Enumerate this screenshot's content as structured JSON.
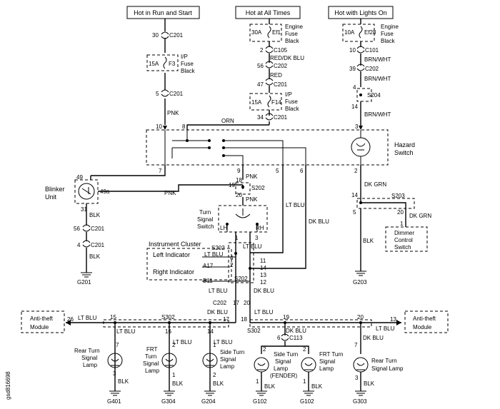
{
  "sources": {
    "run_start": "Hot in Run and Start",
    "always": "Hot at All Times",
    "lights_on": "Hot with Lights On"
  },
  "fuses": {
    "f3_amps": "15A",
    "f3_name": "F3",
    "f3_desc": [
      "I/P",
      "Fuse",
      "Black"
    ],
    "ef1_amps": "30A",
    "ef1_name": "Ef1",
    "ef1_desc": [
      "Engine",
      "Fuse",
      "Black"
    ],
    "f14_amps": "15A",
    "f14_name": "F14",
    "f14_desc": [
      "I/P",
      "Fuse",
      "Black"
    ],
    "ef28_amps": "10A",
    "ef28_name": "Ef28",
    "ef28_desc": [
      "Engine",
      "Fuse",
      "Black"
    ]
  },
  "connectors": {
    "c201": "C201",
    "c105": "C105",
    "c202": "C202",
    "c101": "C101",
    "c113": "C113",
    "s204": "S204",
    "s202": "S202",
    "s203": "S203",
    "s302": "S302",
    "a17": "A17",
    "b11": "B11"
  },
  "wires": {
    "pnk": "PNK",
    "orn": "ORN",
    "red": "RED",
    "red_dk_blu": "RED/DK BLU",
    "brn_wht": "BRN/WHT",
    "dk_grn": "DK GRN",
    "lt_blu": "LT BLU",
    "dk_blu": "DK BLU",
    "blk": "BLK"
  },
  "pins": {
    "p30": "30",
    "p5": "5",
    "p2": "2",
    "p56": "56",
    "p47": "47",
    "p34": "34",
    "p10": "10",
    "p39": "39",
    "p4": "4",
    "p14": "14",
    "p8": "8",
    "p3": "3",
    "p7": "7",
    "p9": "9",
    "p6": "6",
    "p49": "49",
    "p49a": "49a",
    "p31": "31",
    "p18": "18",
    "p19": "19",
    "p20": "20",
    "p1": "1",
    "p11": "11",
    "p12": "12",
    "p13": "13",
    "p15": "15",
    "p16": "16",
    "p17": "17",
    "p26": "26"
  },
  "components": {
    "hazard": [
      "Hazard",
      "Switch"
    ],
    "blinker": [
      "Blinker",
      "Unit"
    ],
    "turn_switch": [
      "Turn",
      "Signal",
      "Switch"
    ],
    "lh": "LH",
    "rh": "RH",
    "cluster": "Instrument Cluster",
    "left_ind": "Left Indicator",
    "right_ind": "Right Indicator",
    "dimmer": [
      "Dimmer",
      "Control",
      "Switch"
    ],
    "anti_theft": [
      "Anti-theft",
      "Module"
    ],
    "rear_lamp_l": [
      "Rear Turn",
      "Signal",
      "Lamp"
    ],
    "frt_lamp_l": [
      "FRT",
      "Turn",
      "Signal",
      "Lamp"
    ],
    "side_lamp_l": [
      "Side Turn",
      "Signal",
      "Lamp"
    ],
    "side_fender": [
      "Side Turn",
      "Signal",
      "Lamp",
      "(FENDER)"
    ],
    "frt_lamp_r": [
      "FRT Turn",
      "Signal",
      "Lamp"
    ],
    "rear_lamp_r": [
      "Rear Turn",
      "Signal Lamp"
    ]
  },
  "grounds": {
    "g201": "G201",
    "g203": "G203",
    "g401": "G401",
    "g304": "G304",
    "g204": "G204",
    "g102": "G102",
    "g303": "G303"
  },
  "figure_id": "gsd816698"
}
